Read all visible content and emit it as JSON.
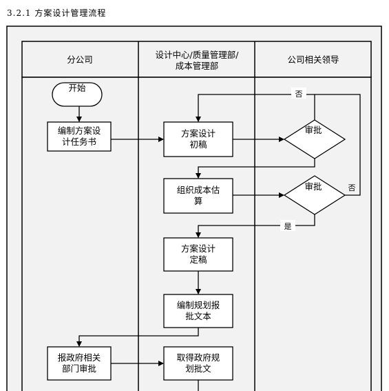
{
  "heading": "3.2.1 方案设计管理流程",
  "lanes": [
    "分公司",
    "设计中心/质量管理部/\n成本管理部",
    "公司相关领导"
  ],
  "nodes": {
    "start": "开始",
    "write_task": "编制方案设\n计任务书",
    "scheme_draft": "方案设计\n初稿",
    "cost_estimate": "组织成本估\n算",
    "scheme_final": "方案设计\n定稿",
    "planning_text": "编制规划报\n批文本",
    "report_gov": "报政府相关\n部门审批",
    "get_approval": "取得政府规\n划批文",
    "approve1": "审批",
    "approve2": "审批"
  },
  "edge_labels": {
    "no1": "否",
    "no2": "否",
    "yes": "是"
  }
}
